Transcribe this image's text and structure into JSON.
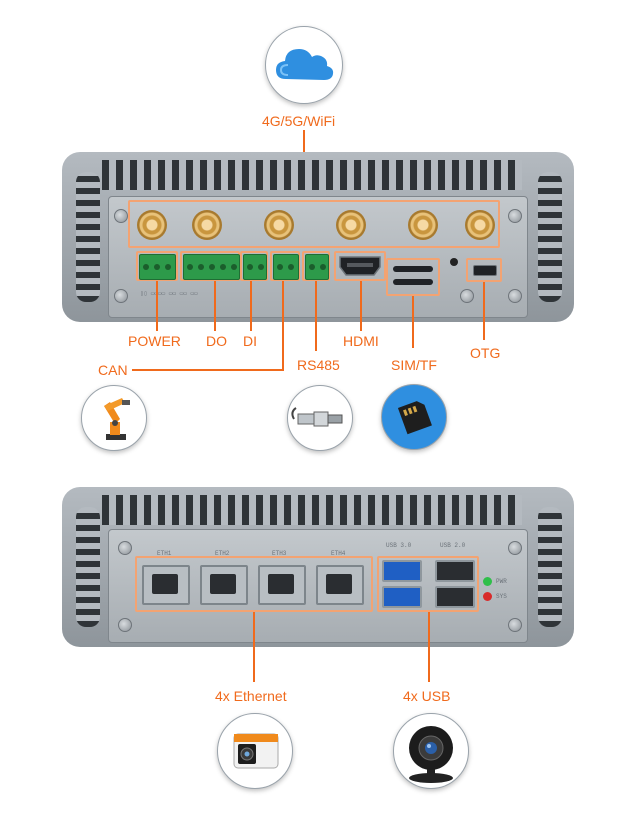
{
  "labels": {
    "wireless": "4G/5G/WiFi",
    "power": "POWER",
    "do": "DO",
    "di": "DI",
    "can": "CAN",
    "rs485": "RS485",
    "hdmi": "HDMI",
    "sim_tf": "SIM/TF",
    "otg": "OTG",
    "ethernet": "4x Ethernet",
    "usb": "4x USB"
  },
  "panel_markings": {
    "eth1": "ETH1",
    "eth2": "ETH2",
    "eth3": "ETH3",
    "eth4": "ETH4",
    "usb3": "USB 3.0",
    "usb2": "USB 2.0",
    "led1": "PWR",
    "led2": "SYS"
  },
  "icons": [
    "cloud-icon",
    "robot-arm-icon",
    "plug-connector-icon",
    "sd-card-icon",
    "security-camera-icon",
    "webcam-icon"
  ],
  "colors": {
    "accent": "#f06a1c",
    "box": "#f3a372",
    "chassis": "#a9b0b6",
    "terminal": "#2d9a4a"
  }
}
